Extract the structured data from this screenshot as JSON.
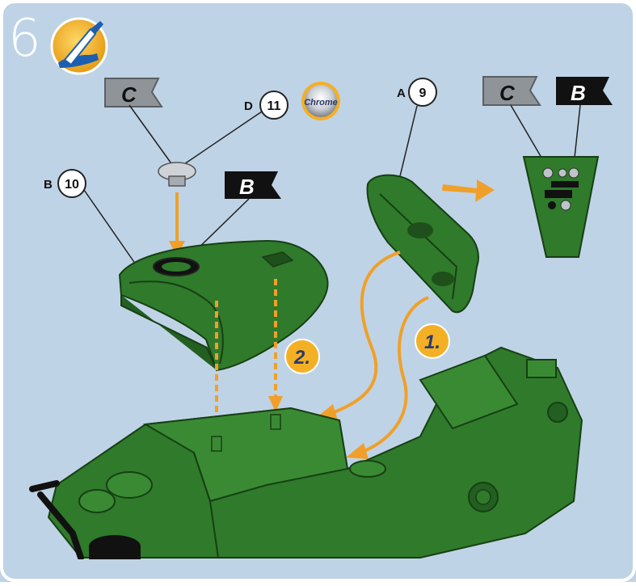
{
  "step": {
    "number": "6",
    "paint_icon": "paint-brush-icon"
  },
  "flags": [
    {
      "id": "C",
      "label": "C"
    },
    {
      "id": "B",
      "label": "B"
    },
    {
      "id": "C2",
      "label": "C"
    },
    {
      "id": "B2",
      "label": "B"
    }
  ],
  "callouts": [
    {
      "letter": "D",
      "number": "11"
    },
    {
      "letter": "B",
      "number": "10"
    },
    {
      "letter": "A",
      "number": "9"
    }
  ],
  "chrome_badge": {
    "label": "Chrome"
  },
  "sequence": [
    {
      "label": "1."
    },
    {
      "label": "2."
    }
  ],
  "colors": {
    "background": "#bfd3e6",
    "part_green": "#2f7a2b",
    "part_dark": "#1f4f1b",
    "arrow_orange": "#f0a02a",
    "badge_yellow": "#f4b025",
    "flag_gray": "#8f9499",
    "flag_black": "#111111"
  }
}
